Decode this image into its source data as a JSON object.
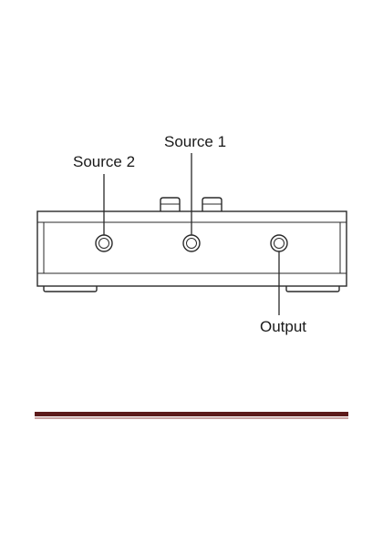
{
  "labels": {
    "source_2": "Source 2",
    "source_1": "Source 1",
    "output": "Output"
  },
  "colors": {
    "rule_dark": "#5c1a1a",
    "rule_light": "#c9a3a3",
    "line": "#2a2a2a"
  },
  "icons": {
    "jack": "3.5mm-audio-jack-icon"
  }
}
